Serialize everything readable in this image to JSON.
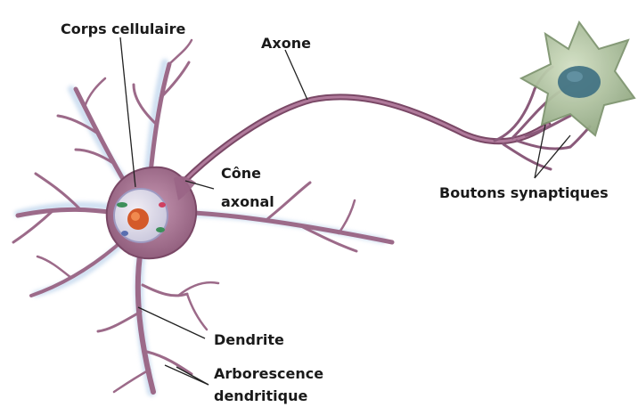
{
  "labels": {
    "soma": "Corps cellulaire",
    "axon": "Axone",
    "hillock_line1": "Cône",
    "hillock_line2": "axonal",
    "terminals": "Boutons synaptiques",
    "dendrite": "Dendrite",
    "arbor_line1": "Arborescence",
    "arbor_line2": "dendritique"
  },
  "colors": {
    "background": "#ffffff",
    "neuron_fill": "#a06a8c",
    "neuron_dark": "#7a4866",
    "halo": "#a9c6e6",
    "nucleus": "#d8d8e8",
    "nucleolus": "#d45a2a",
    "target_cell": "#a9bc9a",
    "target_nucleus": "#3d6f82",
    "label_text": "#1a1a1a",
    "leader_line": "#222222"
  }
}
